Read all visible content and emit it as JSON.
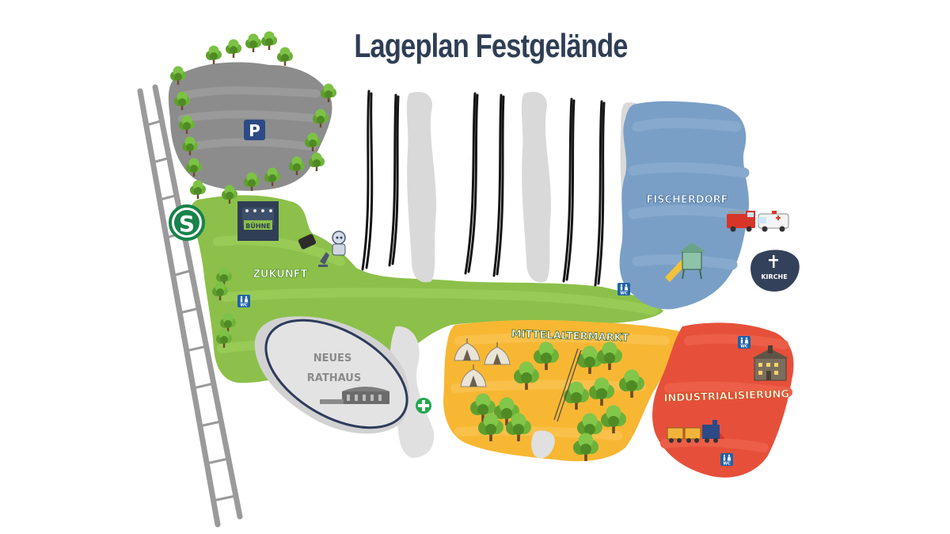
{
  "title": "Lageplan Festgelände",
  "zones": {
    "parking": "P",
    "stage": "BÜHNE",
    "future": "ZUKUNFT",
    "town_hall": "NEUES RATHAUS",
    "fishing_village": "FISCHERDORF",
    "medieval_market": "MITTELALTERMARKT",
    "industrialization": "INDUSTRIALISIERUNG",
    "church": "KIRCHE"
  },
  "transit": {
    "sbahn": "S"
  },
  "toilet_label": "WC",
  "colors": {
    "parking": "#8c8c8c",
    "future": "#8cc04a",
    "fishing_village": "#7a9fc6",
    "medieval_market": "#f7b733",
    "industrialization": "#e6503a",
    "sbahn": "#17834a",
    "title": "#2f3e55"
  }
}
